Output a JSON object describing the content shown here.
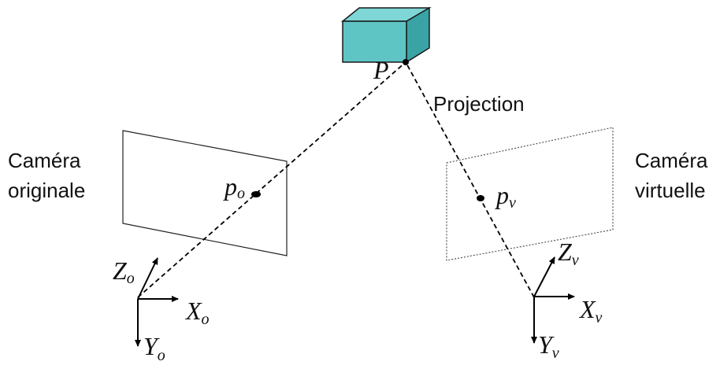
{
  "diagram": {
    "point_label": "P",
    "projection_label": "Projection",
    "original_camera": {
      "label_line1": "Caméra",
      "label_line2": "originale",
      "image_point": "p",
      "image_point_sub": "o",
      "axis_z": "Z",
      "axis_x": "X",
      "axis_y": "Y",
      "axis_sub": "o"
    },
    "virtual_camera": {
      "label_line1": "Caméra",
      "label_line2": "virtuelle",
      "image_point": "p",
      "image_point_sub": "v",
      "axis_z": "Z",
      "axis_x": "X",
      "axis_y": "Y",
      "axis_sub": "v"
    },
    "colors": {
      "cube_front": "#5fc4c4",
      "cube_top": "#7ed6d6",
      "cube_side": "#3aa3a6",
      "line": "#000000"
    }
  }
}
